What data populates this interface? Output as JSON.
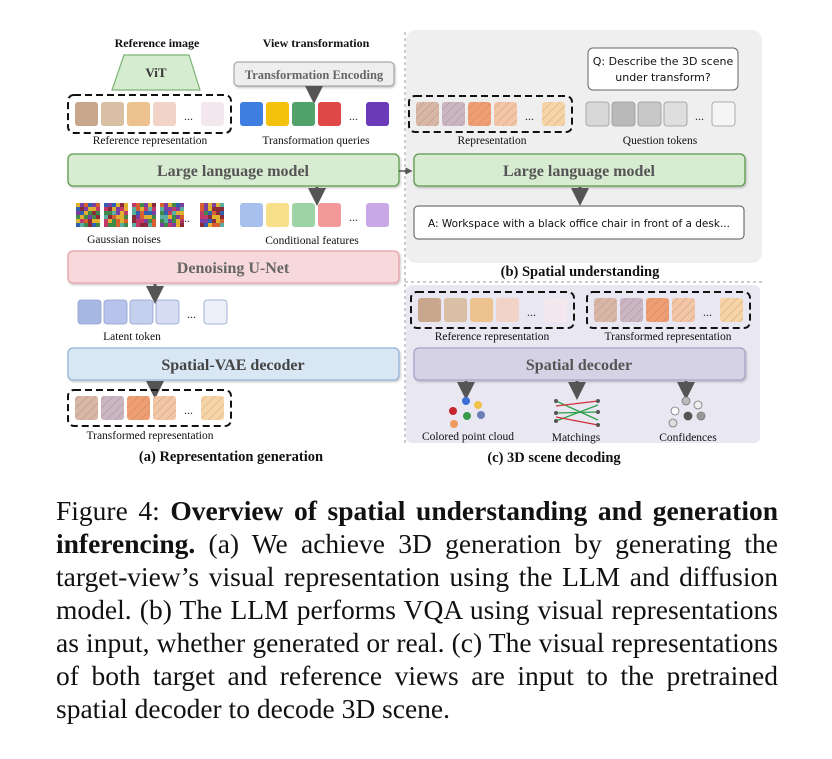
{
  "figure": {
    "panel_a": {
      "reference_image_title": "Reference image",
      "view_transformation_title": "View transformation",
      "vit_label": "ViT",
      "transformation_encoding_label": "Transformation Encoding",
      "reference_representation_label": "Reference representation",
      "transformation_queries_label": "Transformation queries",
      "llm_label": "Large language model",
      "gaussian_noises_label": "Gaussian noises",
      "conditional_features_label": "Conditional features",
      "denoising_label": "Denoising U-Net",
      "latent_token_label": "Latent token",
      "decoder_label": "Spatial-VAE decoder",
      "transformed_representation_label": "Transformed representation",
      "panel_title": "(a) Representation generation",
      "ellipsis": "..."
    },
    "panel_b": {
      "question_line1": "Q: Describe the 3D scene",
      "question_line2": "under transform?",
      "representation_label": "Representation",
      "question_tokens_label": "Question tokens",
      "llm_label": "Large language model",
      "answer_text": "A: Workspace with a black office chair in front of a desk...",
      "panel_title": "(b) Spatial understanding"
    },
    "panel_c": {
      "reference_representation_label": "Reference representation",
      "transformed_representation_label": "Transformed representation",
      "decoder_label": "Spatial decoder",
      "point_cloud_label": "Colored point cloud",
      "matchings_label": "Matchings",
      "confidences_label": "Confidences",
      "panel_title": "(c) 3D scene decoding"
    },
    "colors": {
      "llm_fill": "#d8ecd2",
      "llm_border": "#5a9a4e",
      "denoise_fill": "#f7d9dc",
      "denoise_border": "#e4a1a8",
      "vae_fill": "#d9e6f4",
      "vae_border": "#93b3d8",
      "spatial_decoder_fill": "#d6d2e6",
      "panel_bg": "#efefef",
      "panel_c_bg": "#e9e7f2",
      "reference_tokens": [
        "#c9a78c",
        "#d9bfa4",
        "#ecc28e",
        "#f2d3c8",
        "#f3e8ee"
      ],
      "transformed_tokens": [
        "#d8b7a6",
        "#c9b6c2",
        "#ef9e73",
        "#f3c6a6",
        "#f7d4a6"
      ],
      "query_tokens": [
        "#3d7ee0",
        "#f4c20d",
        "#52a26b",
        "#e04848",
        "#6a3ab8"
      ],
      "conditional_tokens": [
        "#a8c0ee",
        "#f8e08a",
        "#9ed3a6",
        "#f29a9a",
        "#c8a8e6"
      ],
      "latent_tokens": [
        "#a7b8e4",
        "#b7c3ea",
        "#c5cfee",
        "#d6ddf3",
        "#edf0f9"
      ],
      "question_tokens": [
        "#d8d8d8",
        "#b9b9b9",
        "#c8c8c8",
        "#dedede",
        "#f5f5f5"
      ]
    }
  },
  "caption": {
    "label": "Figure 4:",
    "bold_text": "Overview of spatial understanding and generation inferencing.",
    "body": "(a) We achieve 3D generation by generating the target-view’s visual representation using the LLM and diffusion model. (b) The LLM performs VQA using visual representations as input, whether generated or real. (c) The visual representations of both target and reference views are input to the pretrained spatial decoder to decode 3D scene."
  }
}
